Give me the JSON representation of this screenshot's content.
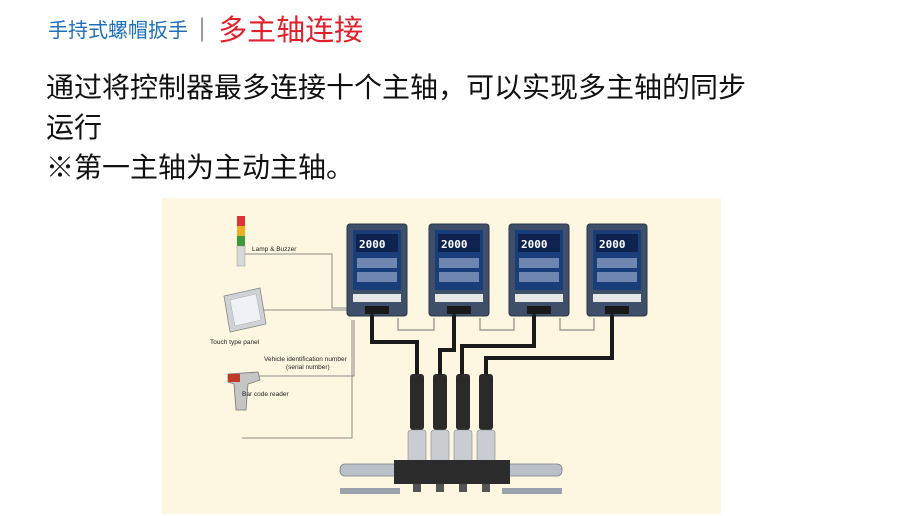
{
  "header": {
    "subtitle": "手持式螺帽扳手",
    "divider": "|",
    "title": "多主轴连接"
  },
  "body": {
    "line1": "通过将控制器最多连接十个主轴，可以实现多主轴的同步",
    "line2": "运行",
    "note": "※第一主轴为主动主轴。"
  },
  "figure": {
    "labels": {
      "lamp": "Lamp & Buzzer",
      "touch": "Touch type panel",
      "vehicle_line1": "Vehicle identification number",
      "vehicle_line2": "(serial number)",
      "barcode": "Bar code reader"
    },
    "controllers": [
      {
        "display": "2000"
      },
      {
        "display": "2000"
      },
      {
        "display": "2000"
      },
      {
        "display": "2000"
      }
    ],
    "colors": {
      "background": "#fdf6e0",
      "controller_body": "#3f4f6a",
      "screen": "#1a3e7a"
    }
  }
}
